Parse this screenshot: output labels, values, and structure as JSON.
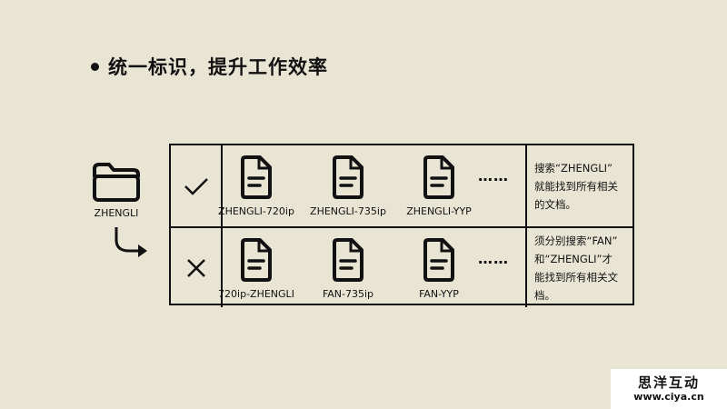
{
  "heading": "统一标识，提升工作效率",
  "folder": {
    "icon": "folder-icon",
    "label": "ZHENGLI"
  },
  "rows": [
    {
      "mark": "check",
      "files": [
        "ZHENGLI-720ip",
        "ZHENGLI-735ip",
        "ZHENGLI-YYP"
      ],
      "ellipsis": "……",
      "description": [
        "搜索“ZHENGLI”",
        "就能找到所有相关",
        "的文档。"
      ]
    },
    {
      "mark": "cross",
      "files": [
        "720ip-ZHENGLI",
        "FAN-735ip",
        "FAN-YYP"
      ],
      "ellipsis": "……",
      "description": [
        "须分别搜索“FAN”",
        "和“ZHENGLI”才",
        "能找到所有相关文档。"
      ]
    }
  ],
  "watermark": {
    "name": "思洋互动",
    "url": "www.ciya.cn"
  }
}
